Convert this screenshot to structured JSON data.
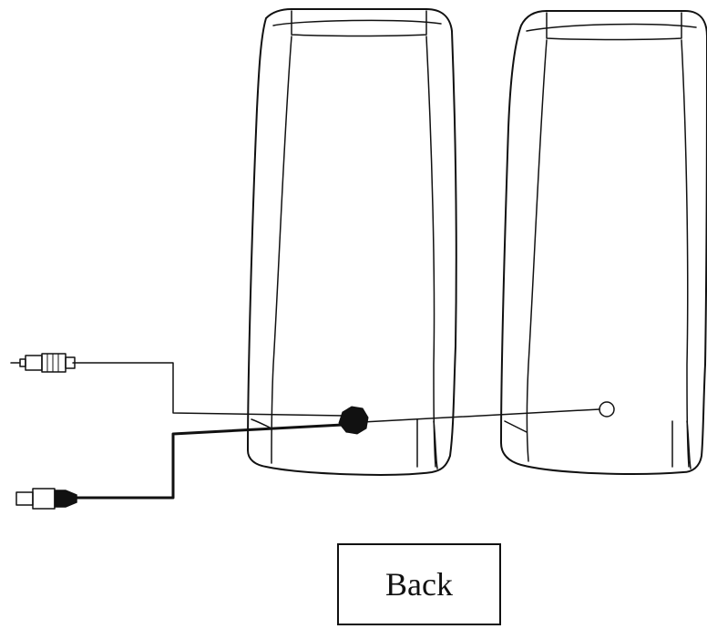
{
  "caption": {
    "label": "Back"
  },
  "colors": {
    "ink": "#111111",
    "background": "#ffffff"
  },
  "icons": {
    "left_speaker": "speaker-back-outline",
    "right_speaker": "speaker-back-outline",
    "audio_plug": "audio-jack-plug-icon",
    "usb_plug": "usb-plug-icon",
    "cable_hub": "cable-entry-grommet",
    "right_port": "speaker-link-port"
  }
}
